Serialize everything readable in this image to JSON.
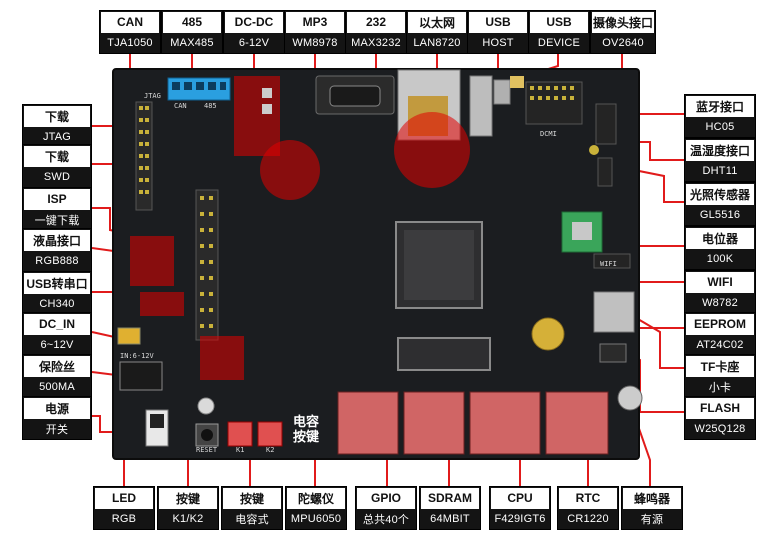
{
  "colors": {
    "wire": "#e11b1b",
    "label_bg": "#141414",
    "label_top": "#ffffff",
    "board": "#1b1d20",
    "highlight": "#e10000"
  },
  "top_labels": [
    {
      "id": "can",
      "title": "CAN",
      "sub": "TJA1050"
    },
    {
      "id": "485",
      "title": "485",
      "sub": "MAX485"
    },
    {
      "id": "dcdc",
      "title": "DC-DC",
      "sub": "6-12V"
    },
    {
      "id": "mp3",
      "title": "MP3",
      "sub": "WM8978"
    },
    {
      "id": "232",
      "title": "232",
      "sub": "MAX3232"
    },
    {
      "id": "eth",
      "title": "以太网",
      "sub": "LAN8720"
    },
    {
      "id": "usbhost",
      "title": "USB",
      "sub": "HOST"
    },
    {
      "id": "usbdev",
      "title": "USB",
      "sub": "DEVICE"
    },
    {
      "id": "camera",
      "title": "摄像头接口",
      "sub": "OV2640"
    }
  ],
  "left_labels": [
    {
      "id": "jtag",
      "title": "下载",
      "sub": "JTAG"
    },
    {
      "id": "swd",
      "title": "下载",
      "sub": "SWD"
    },
    {
      "id": "isp",
      "title": "ISP",
      "sub": "一键下载"
    },
    {
      "id": "lcd",
      "title": "液晶接口",
      "sub": "RGB888"
    },
    {
      "id": "usbserial",
      "title": "USB转串口",
      "sub": "CH340"
    },
    {
      "id": "dcin",
      "title": "DC_IN",
      "sub": "6~12V"
    },
    {
      "id": "fuse",
      "title": "保险丝",
      "sub": "500MA"
    },
    {
      "id": "power",
      "title": "电源",
      "sub": "开关"
    }
  ],
  "right_labels": [
    {
      "id": "bt",
      "title": "蓝牙接口",
      "sub": "HC05"
    },
    {
      "id": "dht",
      "title": "温湿度接口",
      "sub": "DHT11"
    },
    {
      "id": "light",
      "title": "光照传感器",
      "sub": "GL5516"
    },
    {
      "id": "pot",
      "title": "电位器",
      "sub": "100K"
    },
    {
      "id": "wifi",
      "title": "WIFI",
      "sub": "W8782"
    },
    {
      "id": "eeprom",
      "title": "EEPROM",
      "sub": "AT24C02"
    },
    {
      "id": "tf",
      "title": "TF卡座",
      "sub": "小卡"
    },
    {
      "id": "flash",
      "title": "FLASH",
      "sub": "W25Q128"
    }
  ],
  "bottom_labels": [
    {
      "id": "led",
      "title": "LED",
      "sub": "RGB"
    },
    {
      "id": "key",
      "title": "按键",
      "sub": "K1/K2"
    },
    {
      "id": "capkey",
      "title": "按键",
      "sub": "电容式"
    },
    {
      "id": "gyro",
      "title": "陀螺仪",
      "sub": "MPU6050"
    },
    {
      "id": "gpio",
      "title": "GPIO",
      "sub": "总共40个"
    },
    {
      "id": "sdram",
      "title": "SDRAM",
      "sub": "64MBIT"
    },
    {
      "id": "cpu",
      "title": "CPU",
      "sub": "F429IGT6"
    },
    {
      "id": "rtc",
      "title": "RTC",
      "sub": "CR1220"
    },
    {
      "id": "buzzer",
      "title": "蜂鸣器",
      "sub": "有源"
    }
  ],
  "board_text": {
    "cap_button_line1": "电容",
    "cap_button_line2": "按键",
    "silk_jtag": "JTAG",
    "silk_dcmi": "DCMI",
    "silk_wifi": "WIFI",
    "silk_reset": "RESET",
    "silk_k1": "K1",
    "silk_k2": "K2",
    "silk_in": "IN:6-12V",
    "silk_can": "CAN",
    "silk_485": "485"
  }
}
